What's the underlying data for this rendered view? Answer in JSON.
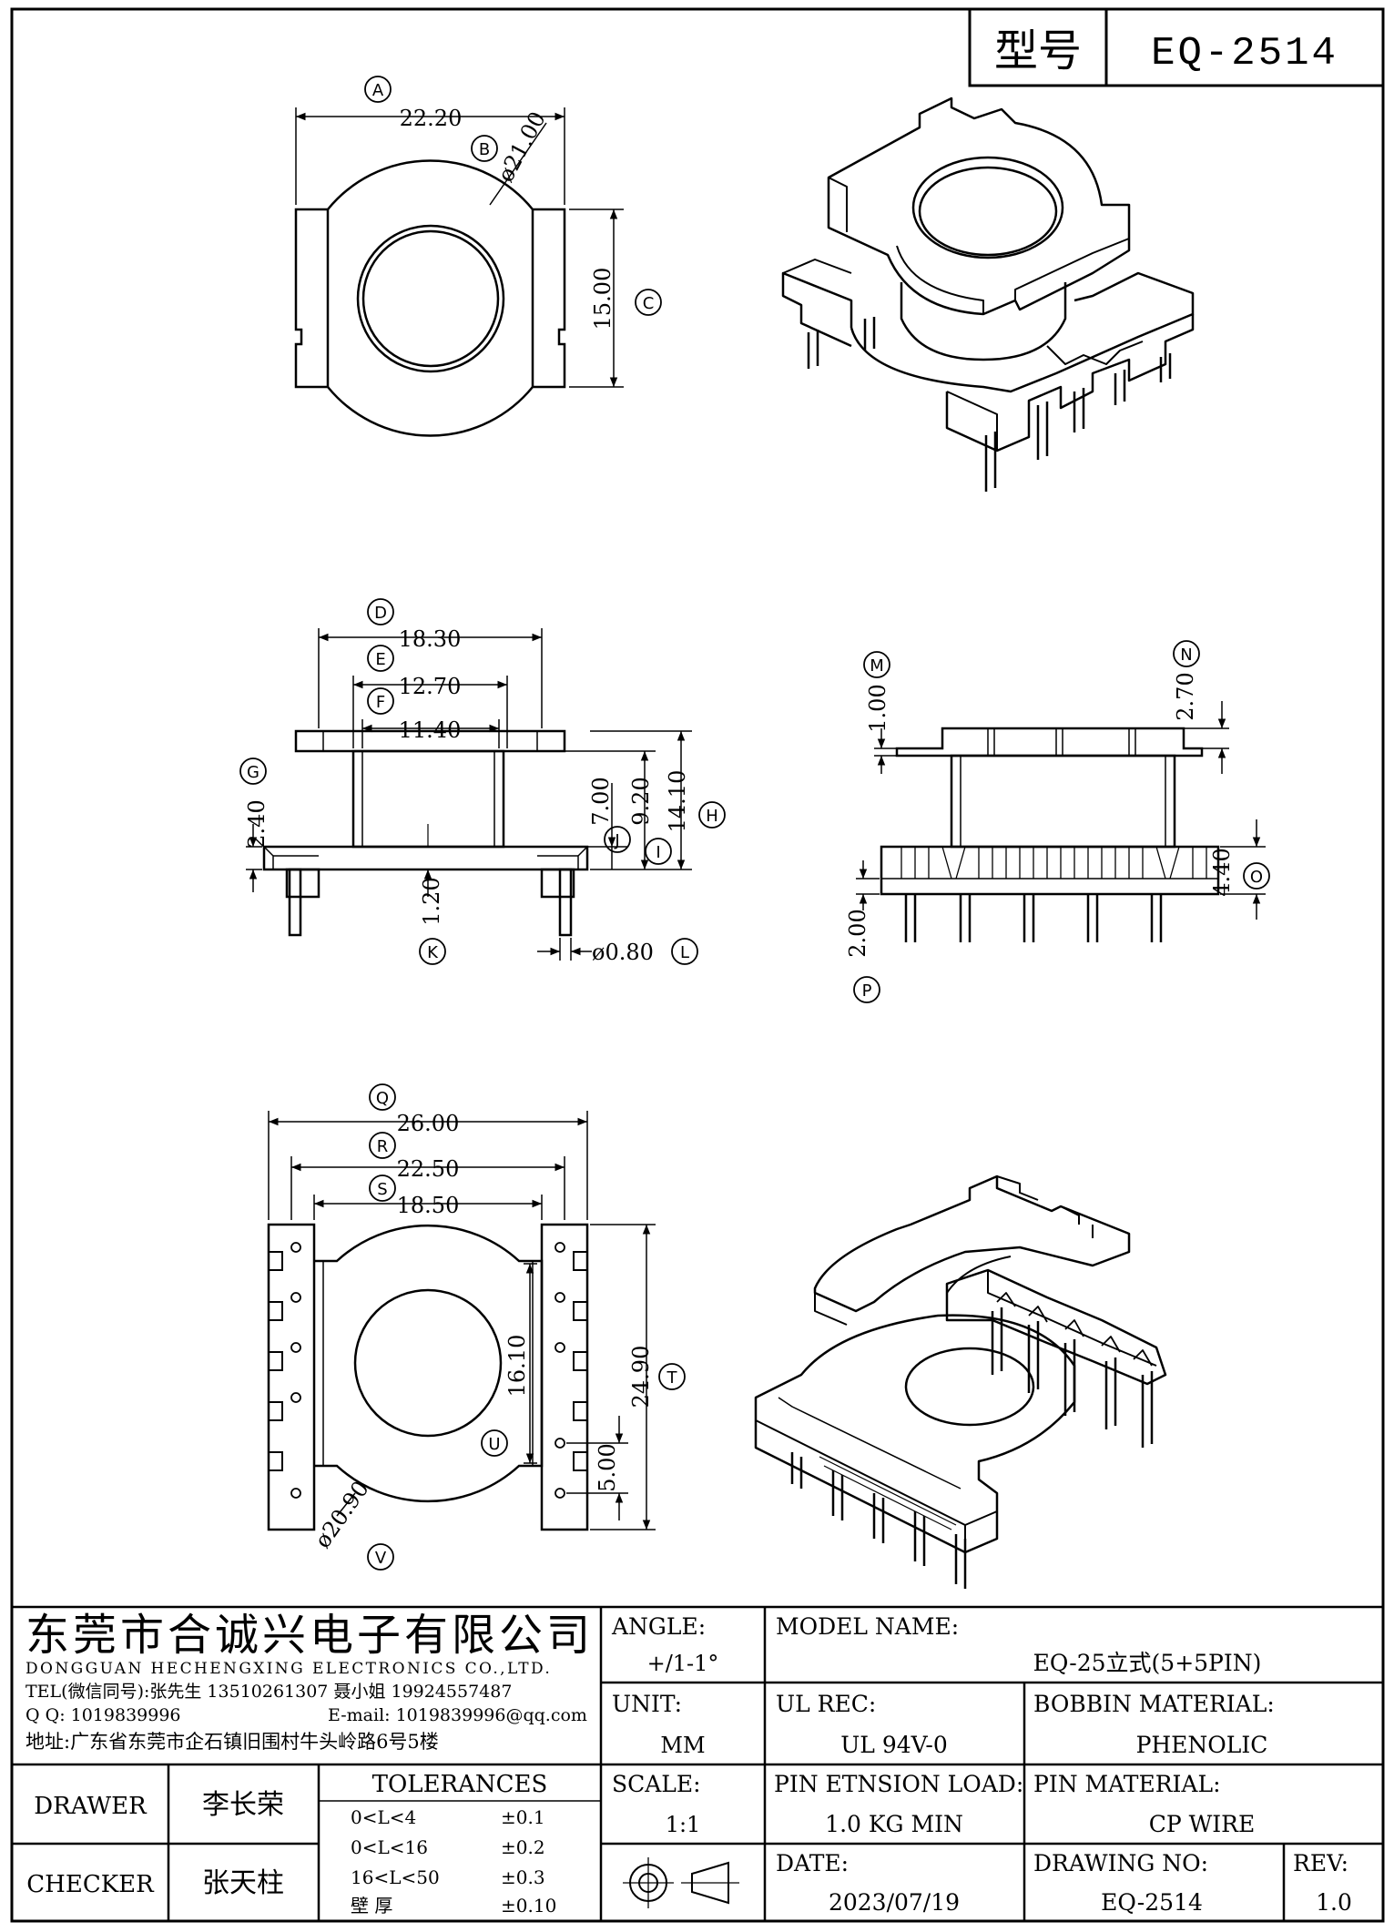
{
  "header": {
    "model_label": "型号",
    "model_value": "EQ-2514"
  },
  "dimensions": [
    {
      "id": "A",
      "value": "22.20"
    },
    {
      "id": "B",
      "value": "ø21.00"
    },
    {
      "id": "C",
      "value": "15.00"
    },
    {
      "id": "D",
      "value": "18.30"
    },
    {
      "id": "E",
      "value": "12.70"
    },
    {
      "id": "F",
      "value": "11.40"
    },
    {
      "id": "G",
      "value": "2.40"
    },
    {
      "id": "H",
      "value": "14.10"
    },
    {
      "id": "I",
      "value": "9.20"
    },
    {
      "id": "J",
      "value": "7.00"
    },
    {
      "id": "K",
      "value": "1.20"
    },
    {
      "id": "L",
      "value": "ø0.80"
    },
    {
      "id": "M",
      "value": "1.00"
    },
    {
      "id": "N",
      "value": "2.70"
    },
    {
      "id": "O",
      "value": "4.40"
    },
    {
      "id": "P",
      "value": "2.00"
    },
    {
      "id": "Q",
      "value": "26.00"
    },
    {
      "id": "R",
      "value": "22.50"
    },
    {
      "id": "S",
      "value": "18.50"
    },
    {
      "id": "T",
      "value": "24.90"
    },
    {
      "id": "U",
      "value": "16.10"
    },
    {
      "id": "U2",
      "value": "5.00"
    },
    {
      "id": "V",
      "value": "ø20.90"
    }
  ],
  "company": {
    "name_cn": "东莞市合诚兴电子有限公司",
    "name_en": "DONGGUAN HECHENGXING ELECTRONICS CO.,LTD.",
    "tel": "TEL(微信同号):张先生 13510261307 聂小姐 19924557487",
    "qq": "Q Q: 1019839996",
    "email": "E-mail: 1019839996@qq.com",
    "address": "地址:广东省东莞市企石镇旧围村牛头岭路6号5楼"
  },
  "titleblock": {
    "angle_label": "ANGLE:",
    "angle_value": "+/1-1°",
    "model_name_label": "MODEL NAME:",
    "model_name_value": "EQ-25立式(5+5PIN)",
    "unit_label": "UNIT:",
    "unit_value": "MM",
    "ul_label": "UL REC:",
    "ul_value": "UL 94V-0",
    "bobbin_label": "BOBBIN MATERIAL:",
    "bobbin_value": "PHENOLIC",
    "scale_label": "SCALE:",
    "scale_value": "1:1",
    "pin_load_label": "PIN ETNSION LOAD:",
    "pin_load_value": "1.0 KG MIN",
    "pin_mat_label": "PIN MATERIAL:",
    "pin_mat_value": "CP WIRE",
    "date_label": "DATE:",
    "date_value": "2023/07/19",
    "drawing_no_label": "DRAWING NO:",
    "drawing_no_value": "EQ-2514",
    "rev_label": "REV:",
    "rev_value": "1.0",
    "drawer_label": "DRAWER",
    "drawer_value": "李长荣",
    "checker_label": "CHECKER",
    "checker_value": "张天柱",
    "tolerances_label": "TOLERANCES",
    "tolerances": [
      {
        "range": "0<L<4",
        "tol": "±0.1"
      },
      {
        "range": "0<L<16",
        "tol": "±0.2"
      },
      {
        "range": "16<L<50",
        "tol": "±0.3"
      },
      {
        "range": "壁  厚",
        "tol": "±0.10"
      }
    ]
  }
}
